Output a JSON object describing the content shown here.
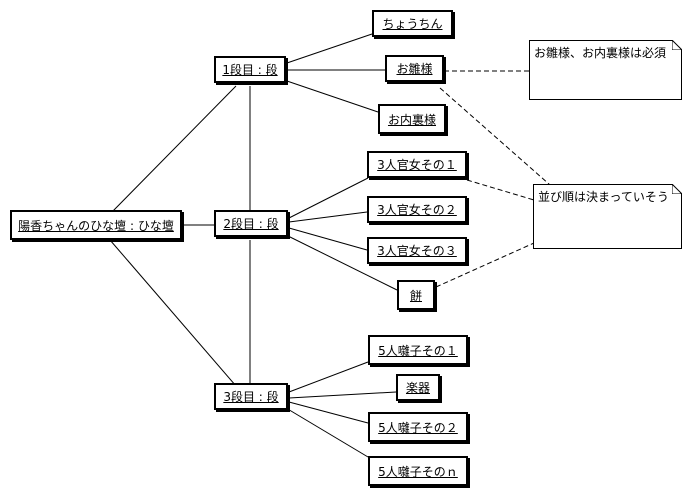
{
  "nodes": {
    "root": "陽香ちゃんのひな壇 : ひな壇",
    "tier1": "1段目 : 段",
    "tier2": "2段目 : 段",
    "tier3": "3段目 : 段",
    "chouchin": "ちょうちん",
    "odairisama": "お雛様",
    "odairi": "お内裏様",
    "kanjo1": "3人官女その１",
    "kanjo2": "3人官女その２",
    "kanjo3": "3人官女その３",
    "mochi": "餅",
    "hayashi1": "5人囃子その１",
    "gakki": "楽器",
    "hayashi2": "5人囃子その２",
    "hayashin": "5人囃子そのｎ"
  },
  "notes": {
    "note1": "お雛様、お内裏様は必須",
    "note2": "並び順は決まっていそう"
  }
}
